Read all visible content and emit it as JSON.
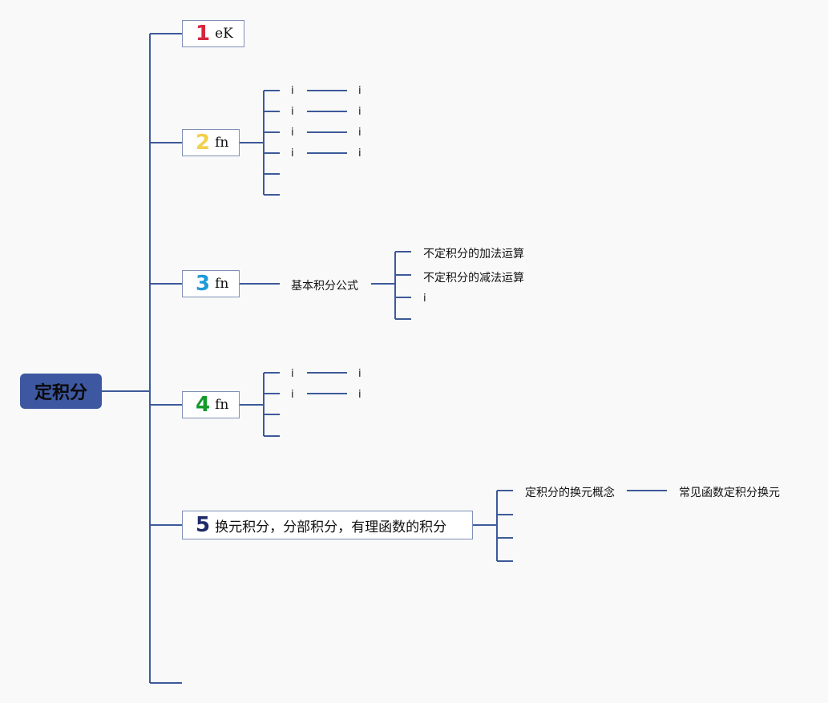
{
  "root": {
    "label": "定积分"
  },
  "branches": [
    {
      "number": "1",
      "number_color": "#d7263d",
      "label": "eK"
    },
    {
      "number": "2",
      "number_color": "#f2d04b",
      "label": "fn",
      "children": [
        "i",
        "i",
        "i",
        "i"
      ],
      "grandchildren": [
        "i",
        "i",
        "i",
        "i"
      ]
    },
    {
      "number": "3",
      "number_color": "#1e9bd7",
      "label": "fn",
      "child": "基本积分公式",
      "grandchildren": [
        "不定积分的加法运算",
        "不定积分的减法运算",
        "i"
      ]
    },
    {
      "number": "4",
      "number_color": "#139a2b",
      "label": "fn",
      "children": [
        "i",
        "i"
      ],
      "grandchildren": [
        "i",
        "i"
      ]
    },
    {
      "number": "5",
      "number_color": "#1f2a6b",
      "label": "换元积分，分部积分，有理函数的积分",
      "child": "定积分的换元概念",
      "grandchild": "常见函数定积分换元"
    }
  ],
  "colors": {
    "line": "#3d5a99",
    "root_fill": "#3d57a0",
    "node_border": "#7f8fb5"
  }
}
